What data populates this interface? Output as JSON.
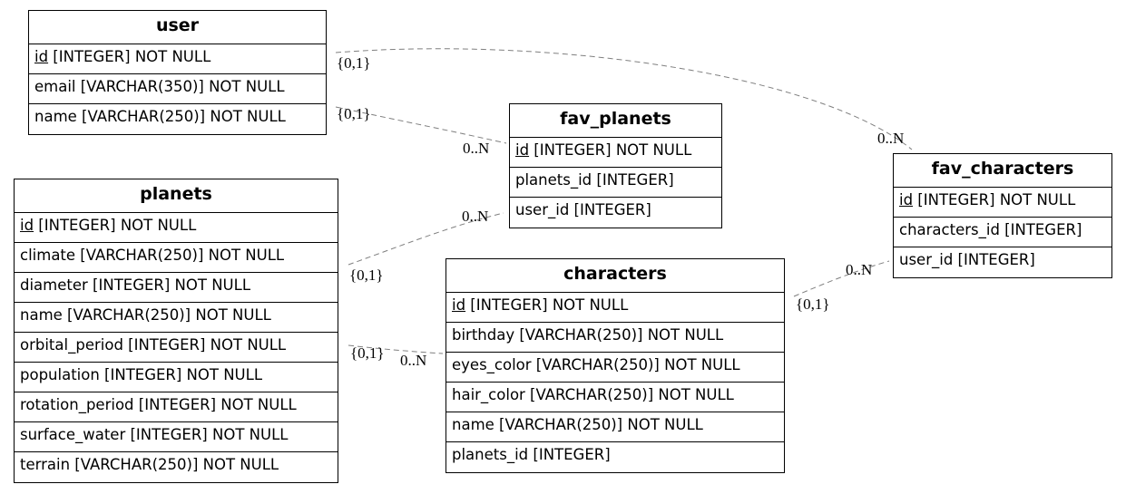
{
  "tables": {
    "user": {
      "name": "user",
      "columns": [
        {
          "pk": "id",
          "rest": " [INTEGER] NOT NULL"
        },
        {
          "pk": "",
          "rest": "email [VARCHAR(350)] NOT NULL"
        },
        {
          "pk": "",
          "rest": "name [VARCHAR(250)] NOT NULL"
        }
      ]
    },
    "fav_planets": {
      "name": "fav_planets",
      "columns": [
        {
          "pk": "id",
          "rest": " [INTEGER] NOT NULL"
        },
        {
          "pk": "",
          "rest": "planets_id [INTEGER]"
        },
        {
          "pk": "",
          "rest": "user_id [INTEGER]"
        }
      ]
    },
    "fav_characters": {
      "name": "fav_characters",
      "columns": [
        {
          "pk": "id",
          "rest": " [INTEGER] NOT NULL"
        },
        {
          "pk": "",
          "rest": "characters_id [INTEGER]"
        },
        {
          "pk": "",
          "rest": "user_id [INTEGER]"
        }
      ]
    },
    "planets": {
      "name": "planets",
      "columns": [
        {
          "pk": "id",
          "rest": " [INTEGER] NOT NULL"
        },
        {
          "pk": "",
          "rest": "climate [VARCHAR(250)] NOT NULL"
        },
        {
          "pk": "",
          "rest": "diameter [INTEGER] NOT NULL"
        },
        {
          "pk": "",
          "rest": "name [VARCHAR(250)] NOT NULL"
        },
        {
          "pk": "",
          "rest": "orbital_period [INTEGER] NOT NULL"
        },
        {
          "pk": "",
          "rest": "population [INTEGER] NOT NULL"
        },
        {
          "pk": "",
          "rest": "rotation_period [INTEGER] NOT NULL"
        },
        {
          "pk": "",
          "rest": "surface_water [INTEGER] NOT NULL"
        },
        {
          "pk": "",
          "rest": "terrain [VARCHAR(250)] NOT NULL"
        }
      ]
    },
    "characters": {
      "name": "characters",
      "columns": [
        {
          "pk": "id",
          "rest": " [INTEGER] NOT NULL"
        },
        {
          "pk": "",
          "rest": "birthday [VARCHAR(250)] NOT NULL"
        },
        {
          "pk": "",
          "rest": "eyes_color [VARCHAR(250)] NOT NULL"
        },
        {
          "pk": "",
          "rest": "hair_color [VARCHAR(250)] NOT NULL"
        },
        {
          "pk": "",
          "rest": "name [VARCHAR(250)] NOT NULL"
        },
        {
          "pk": "",
          "rest": "planets_id [INTEGER]"
        }
      ]
    }
  },
  "relationships": {
    "user_fav_characters": {
      "from": "{0,1}",
      "to": "0..N"
    },
    "user_fav_planets": {
      "from": "{0,1}",
      "to": "0..N"
    },
    "planets_fav_planets": {
      "from": "{0,1}",
      "to": "0..N"
    },
    "planets_characters": {
      "from": "{0,1}",
      "to": "0..N"
    },
    "characters_fav_characters": {
      "from": "{0,1}",
      "to": "0..N"
    }
  },
  "colors": {
    "line": "#7f7f7f",
    "border": "#000000",
    "background": "#ffffff"
  }
}
